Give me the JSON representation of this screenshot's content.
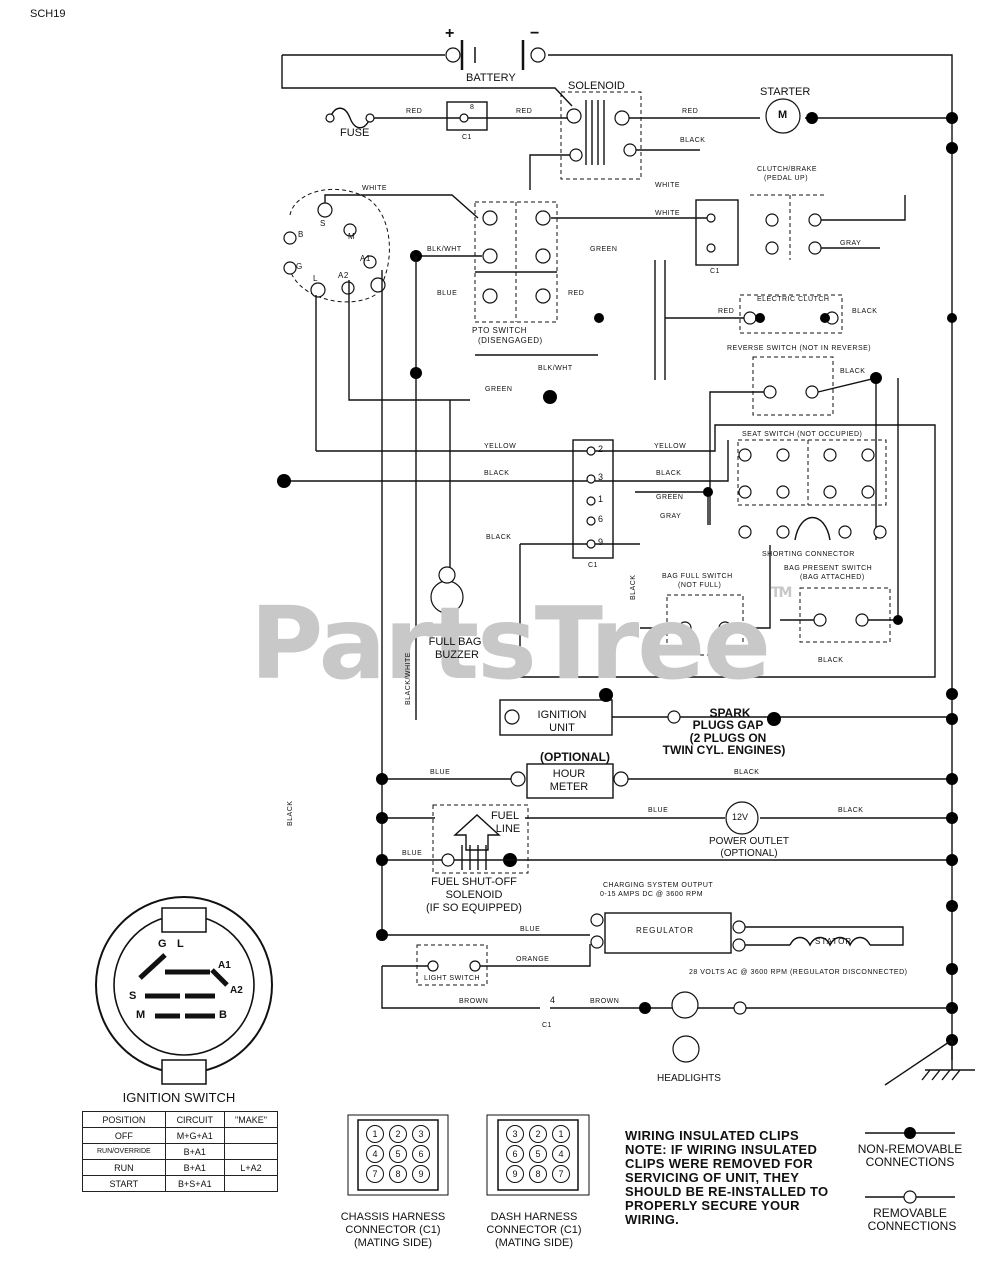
{
  "page": {
    "code": "SCH19"
  },
  "watermark": {
    "text": "PartsTree",
    "tm": "TM"
  },
  "battery": {
    "label": "BATTERY",
    "plus": "+",
    "minus": "−"
  },
  "solenoid": {
    "label": "SOLENOID"
  },
  "starter": {
    "label": "STARTER",
    "motor": "M"
  },
  "fuse": {
    "label": "FUSE"
  },
  "connector_c1": {
    "label": "C1",
    "pin8": "8"
  },
  "clutch_brake": {
    "line1": "CLUTCH/BRAKE",
    "line2": "(PEDAL UP)"
  },
  "pto_switch": {
    "line1": "PTO SWITCH",
    "line2": "(DISENGAGED)"
  },
  "electric_clutch": {
    "label": "ELECTRIC CLUTCH"
  },
  "reverse_switch": {
    "label": "REVERSE SWITCH (NOT IN REVERSE)"
  },
  "seat_switch": {
    "label": "SEAT SWITCH (NOT OCCUPIED)"
  },
  "shorting_connector": {
    "label": "SHORTING CONNECTOR"
  },
  "bag_full_switch": {
    "line1": "BAG FULL SWITCH",
    "line2": "(NOT FULL)"
  },
  "bag_present_switch": {
    "line1": "BAG PRESENT SWITCH",
    "line2": "(BAG ATTACHED)"
  },
  "full_bag_buzzer": {
    "line1": "FULL BAG",
    "line2": "BUZZER"
  },
  "ignition_unit": {
    "line1": "IGNITION",
    "line2": "UNIT"
  },
  "spark_plugs": {
    "line1": "SPARK",
    "line2": "PLUGS GAP",
    "line3": "(2 PLUGS ON",
    "line4": "TWIN CYL. ENGINES)"
  },
  "hour_meter": {
    "optional": "(OPTIONAL)",
    "line1": "HOUR",
    "line2": "METER"
  },
  "fuel_line": {
    "line1": "FUEL",
    "line2": "LINE"
  },
  "fuel_solenoid": {
    "line1": "FUEL SHUT-OFF",
    "line2": "SOLENOID",
    "line3": "(IF SO EQUIPPED)"
  },
  "power_outlet": {
    "symbol": "12V",
    "line1": "POWER OUTLET",
    "line2": "(OPTIONAL)"
  },
  "charging": {
    "line1": "CHARGING SYSTEM OUTPUT",
    "line2": "0-15 AMPS DC @ 3600 RPM"
  },
  "regulator": {
    "label": "REGULATOR"
  },
  "stator": {
    "label": "STATOR"
  },
  "ac_note": {
    "label": "28 VOLTS AC @ 3600 RPM (REGULATOR DISCONNECTED)"
  },
  "light_switch": {
    "label": "LIGHT SWITCH"
  },
  "headlights": {
    "label": "HEADLIGHTS"
  },
  "c1_pins": {
    "p1": "1",
    "p2": "2",
    "p3": "3",
    "p6": "6",
    "p9": "9",
    "p4": "4"
  },
  "wires": {
    "red1": "RED",
    "red2": "RED",
    "red3": "RED",
    "red4": "RED",
    "red5": "RED",
    "black1": "BLACK",
    "white1": "WHITE",
    "white2": "WHITE",
    "white3": "WHITE",
    "blkwht1": "BLK/WHT",
    "blkwht2": "BLK/WHT",
    "blkwht3": "BLACK/WHITE",
    "green1": "GREEN",
    "green2": "GREEN",
    "green3": "GREEN",
    "blue1": "BLUE",
    "blue2": "BLUE",
    "blue3": "BLUE",
    "blue4": "BLUE",
    "blue5": "BLUE",
    "yellow1": "YELLOW",
    "yellow2": "YELLOW",
    "black2": "BLACK",
    "black3": "BLACK",
    "black4": "BLACK",
    "black5": "BLACK",
    "black6": "BLACK",
    "black7": "BLACK",
    "black8": "BLACK",
    "black9": "BLACK",
    "black10": "BLACK",
    "black11": "BLACK",
    "gray1": "GRAY",
    "gray2": "GRAY",
    "orange": "ORANGE",
    "brown1": "BROWN",
    "brown2": "BROWN"
  },
  "ignition_switch": {
    "title": "IGNITION SWITCH",
    "term_g": "G",
    "term_l": "L",
    "term_a1": "A1",
    "term_a2": "A2",
    "term_s": "S",
    "term_m": "M",
    "term_b": "B",
    "table_header": [
      "POSITION",
      "CIRCUIT",
      "\"MAKE\""
    ],
    "table_rows": [
      [
        "OFF",
        "M+G+A1",
        ""
      ],
      [
        "RUN/OVERRIDE",
        "B+A1",
        ""
      ],
      [
        "RUN",
        "B+A1",
        "L+A2"
      ],
      [
        "START",
        "B+S+A1",
        ""
      ]
    ]
  },
  "switch_terminals": {
    "b": "B",
    "s": "S",
    "m": "M",
    "g": "G",
    "l": "L",
    "a1": "A1",
    "a2": "A2"
  },
  "chassis_harness": {
    "line1": "CHASSIS HARNESS",
    "line2": "CONNECTOR (C1)",
    "line3": "(MATING SIDE)",
    "pins": [
      "1",
      "2",
      "3",
      "4",
      "5",
      "6",
      "7",
      "8",
      "9"
    ]
  },
  "dash_harness": {
    "line1": "DASH HARNESS",
    "line2": "CONNECTOR (C1)",
    "line3": "(MATING SIDE)",
    "pins": [
      "3",
      "2",
      "1",
      "6",
      "5",
      "4",
      "9",
      "8",
      "7"
    ]
  },
  "note": {
    "line1": "WIRING INSULATED CLIPS",
    "line2": "NOTE: IF WIRING INSULATED",
    "line3": "CLIPS WERE REMOVED FOR",
    "line4": "SERVICING OF UNIT, THEY",
    "line5": "SHOULD BE RE-INSTALLED TO",
    "line6": "PROPERLY SECURE YOUR",
    "line7": "WIRING."
  },
  "legend": {
    "nonremovable1": "NON-REMOVABLE",
    "nonremovable2": "CONNECTIONS",
    "removable1": "REMOVABLE",
    "removable2": "CONNECTIONS"
  }
}
